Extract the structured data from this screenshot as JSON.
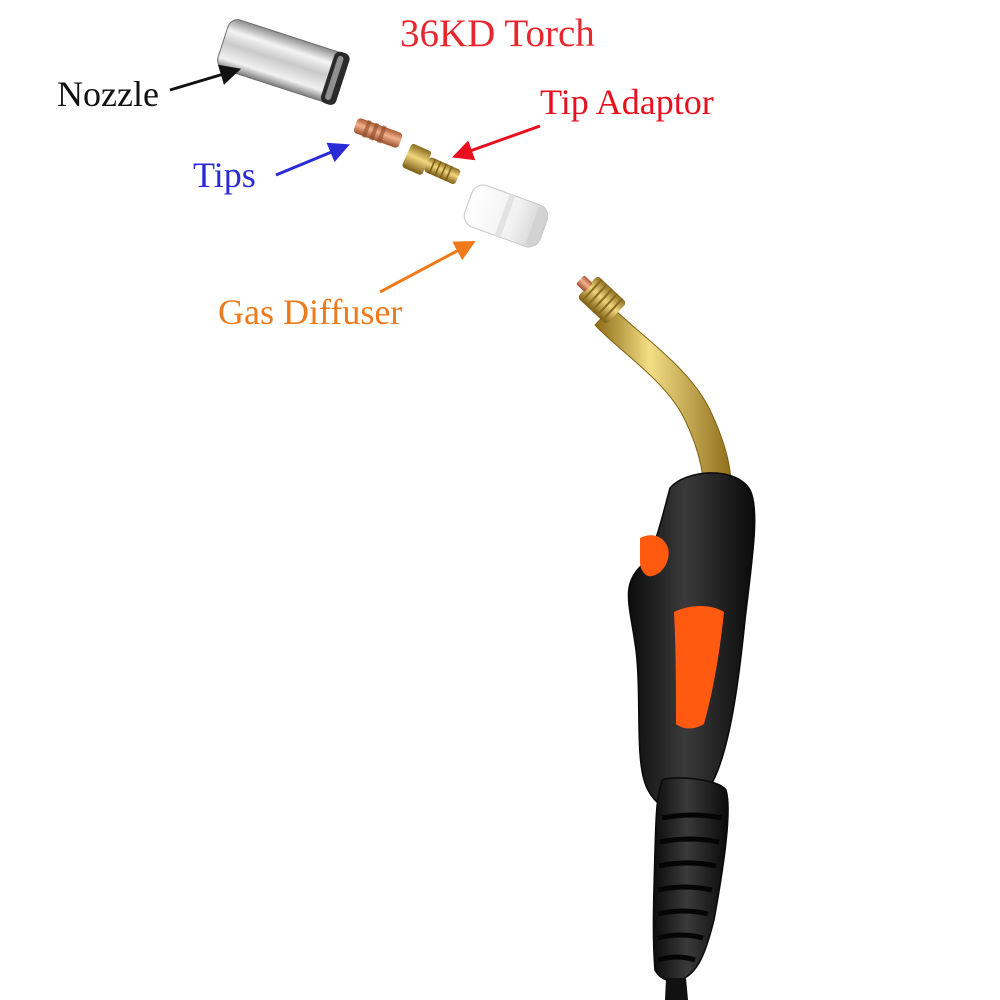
{
  "title": {
    "text": "36KD Torch",
    "color": "#e8262d"
  },
  "labels": {
    "nozzle": {
      "text": "Nozzle",
      "color": "#111111"
    },
    "tips": {
      "text": "Tips",
      "color": "#2b2bd6"
    },
    "tip_adaptor": {
      "text": "Tip Adaptor",
      "color": "#e8101d"
    },
    "gas_diffuser": {
      "text": "Gas Diffuser",
      "color": "#f07a1a"
    }
  },
  "colors": {
    "brass": "#c9a23a",
    "copper": "#d9825a",
    "handle": "#1a1a1a",
    "accent": "#ff5a10",
    "chrome": "#d8d8d8"
  }
}
